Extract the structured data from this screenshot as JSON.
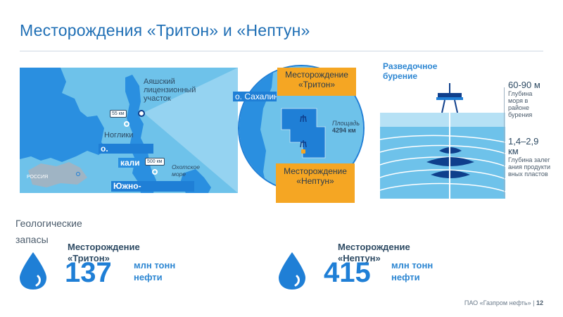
{
  "slide": {
    "title": "Месторождения «Тритон» и «Нептун»",
    "footer_company": "ПАО «Газпром нефть»",
    "footer_separator": "|",
    "page_number": "12"
  },
  "map": {
    "license_area": "Аяшский лицензионный участок",
    "town_nogliki": "Ноглики",
    "island_label_1": "о.",
    "island_label_2": "кали",
    "city_label": "Южно-",
    "sea_label": "Охотское море",
    "russia_label": "РОССИЯ",
    "distance_55": "55 км",
    "distance_500": "500 км"
  },
  "zoom": {
    "island_label": "о. Сахалин",
    "triton_label": "Месторождение «Тритон»",
    "neptun_label": "Месторождение «Нептун»",
    "area_label": "Площадь",
    "area_value": "4294 км"
  },
  "drilling": {
    "title": "Разведочное бурение",
    "sea_depth_value": "60-90 м",
    "sea_depth_desc": "Глубина моря в районе бурения",
    "reservoir_depth_value": "1,4–2,9 км",
    "reservoir_depth_desc": "Глубина залегания продуктивных пластов"
  },
  "reserves": {
    "label": "Геологические запасы",
    "triton": {
      "title": "Месторождение «Тритон»",
      "value": "137",
      "unit": "млн тонн нефти"
    },
    "neptun": {
      "title": "Месторождение «Нептун»",
      "value": "415",
      "unit": "млн тонн нефти"
    }
  },
  "colors": {
    "accent": "#1f7fd6",
    "title": "#1f6fb5",
    "highlight": "#f5a623",
    "sea": "#6ec2ea",
    "land": "#2a8fe0",
    "deep_navy": "#0f3f8c"
  }
}
